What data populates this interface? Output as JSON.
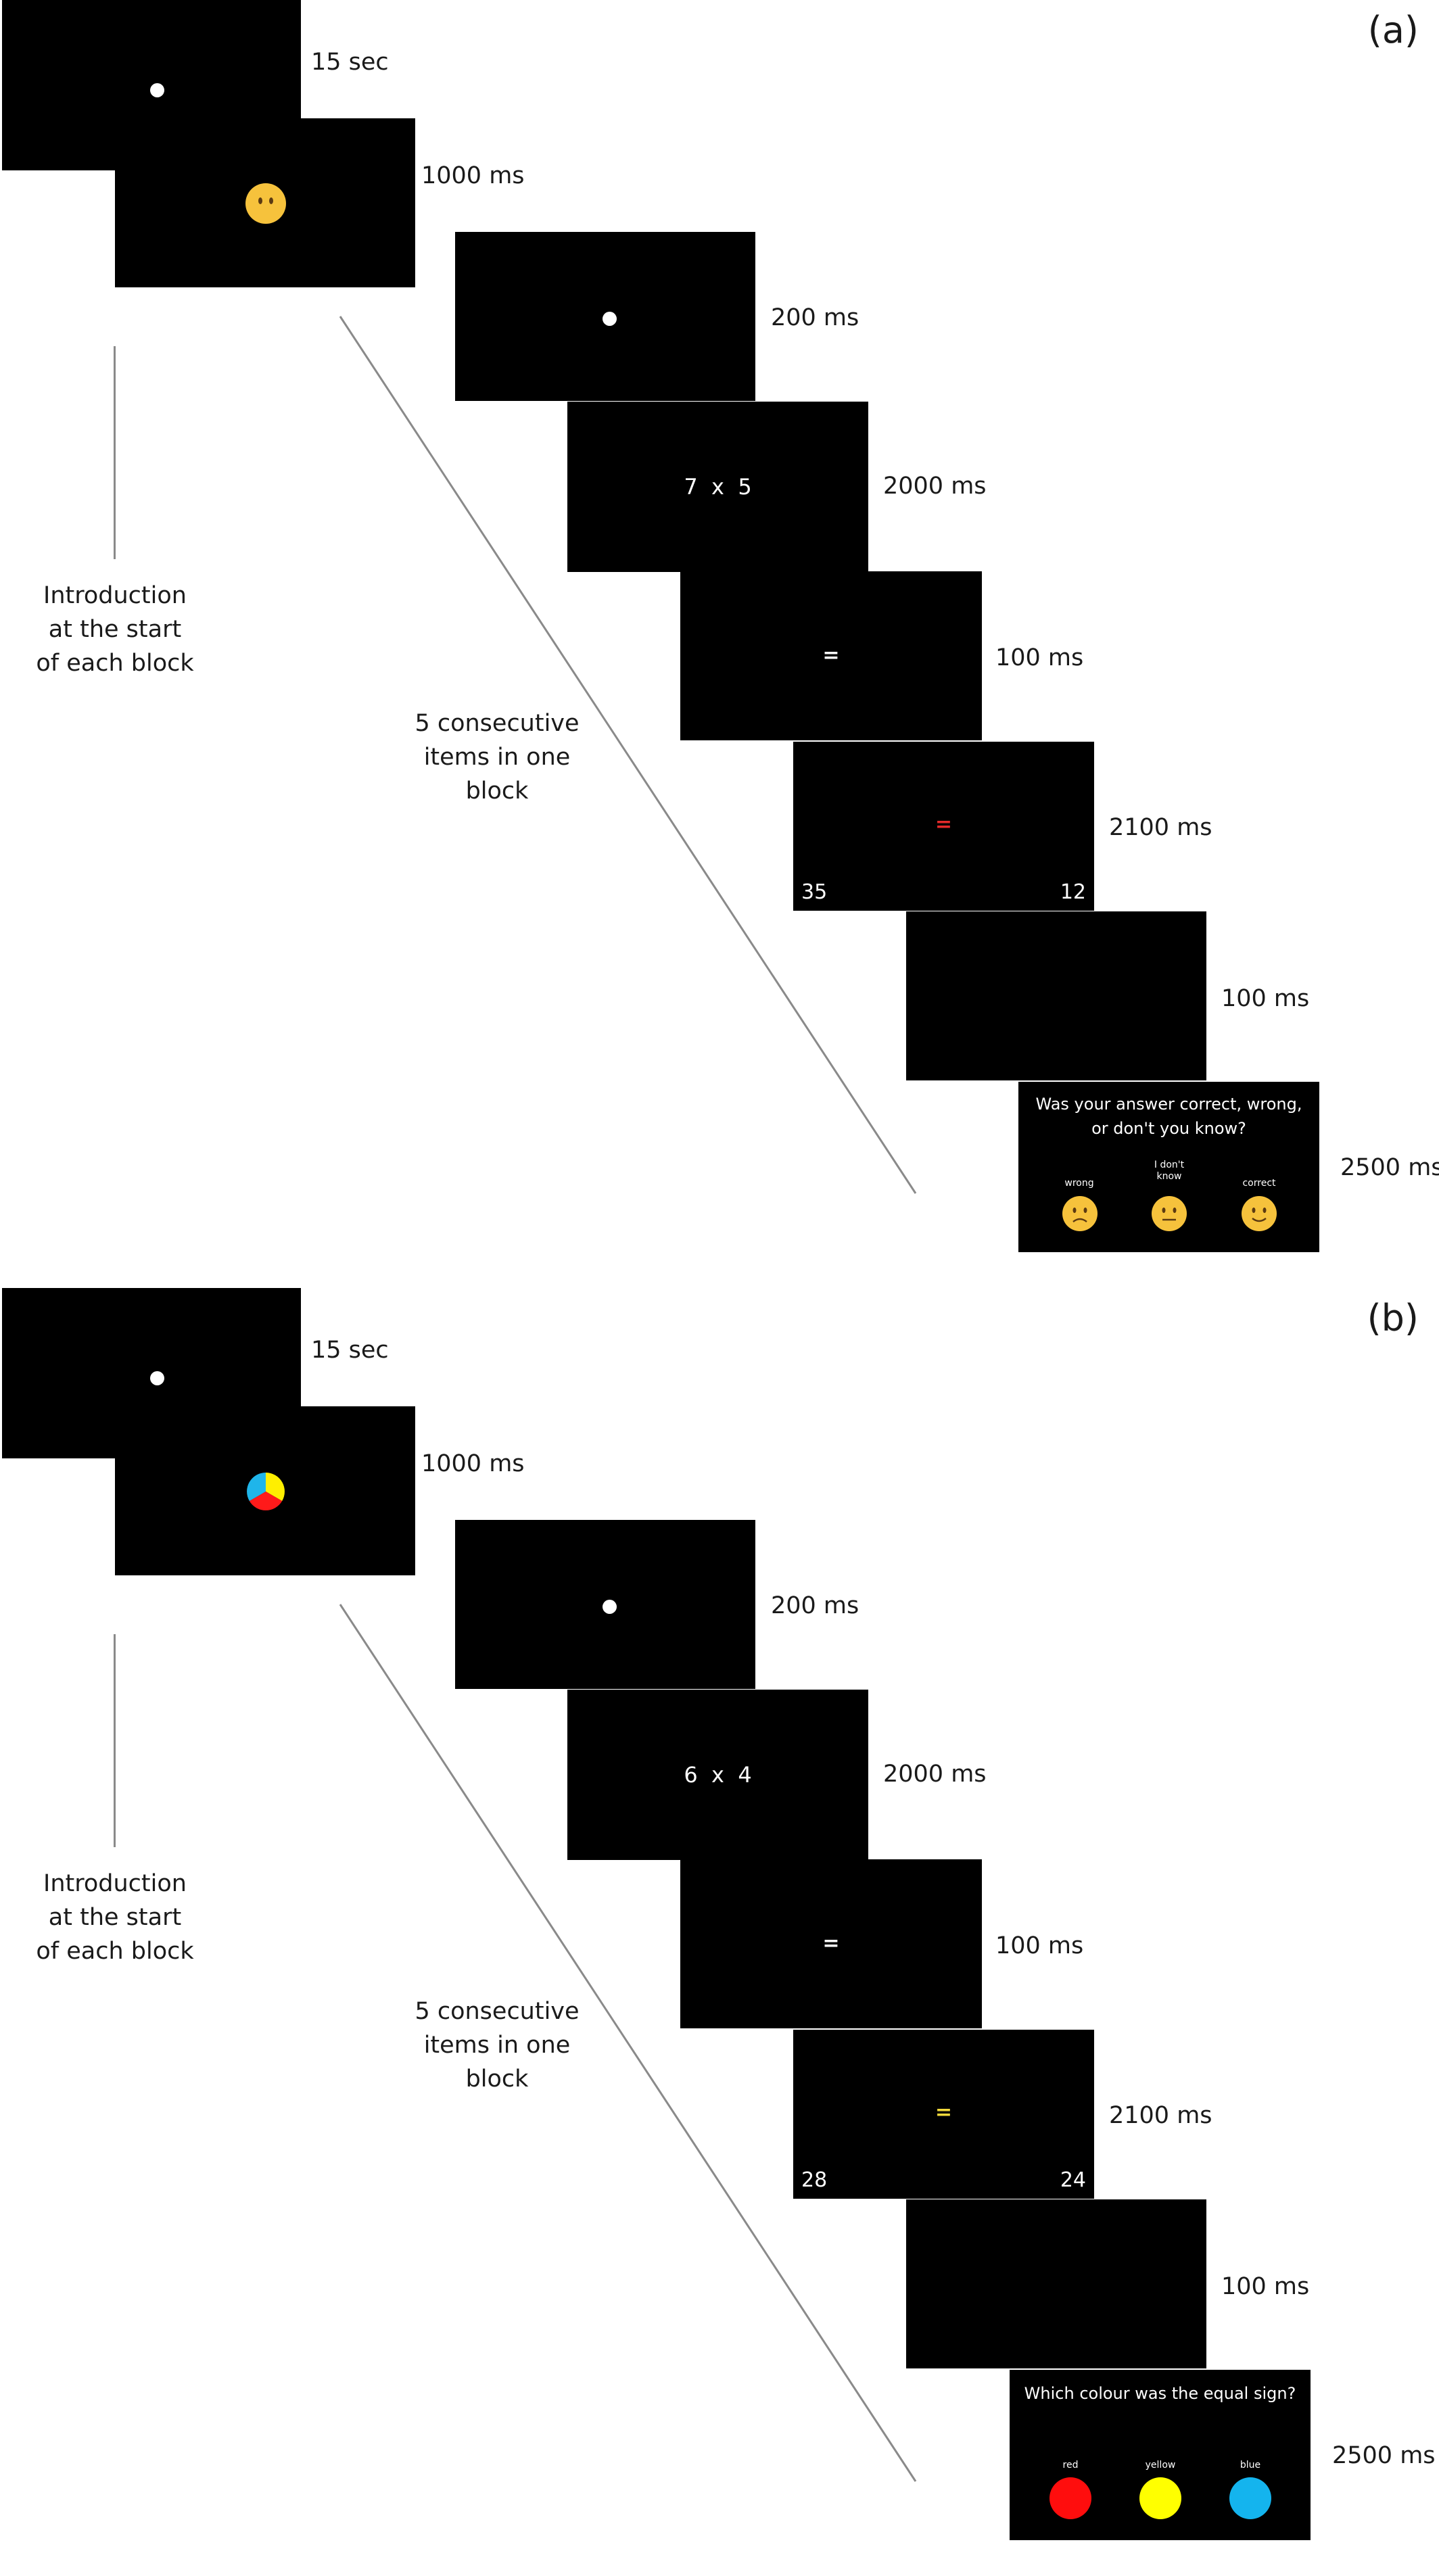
{
  "panel_a": {
    "label": "(a)",
    "intro_label": "Introduction\nat the start\nof each block",
    "items_label": "5 consecutive\nitems in one\nblock",
    "durations": [
      "15 sec",
      "1000 ms",
      "200 ms",
      "2000 ms",
      "100 ms",
      "2100 ms",
      "100 ms",
      "2500 ms"
    ],
    "cue_icon": "neutral-face-emoji",
    "problem": "7  x  5",
    "equal_sign": "=",
    "equal_sign_colored": "=",
    "equal_sign_color": "#e32a2a",
    "answer_left": "35",
    "answer_right": "12",
    "question": "Was your answer correct, wrong,\nor don't you know?",
    "options": [
      {
        "label": "wrong",
        "icon": "frowning-face-emoji"
      },
      {
        "label": "I don't\nknow",
        "icon": "neutral-face-emoji"
      },
      {
        "label": "correct",
        "icon": "smiling-face-emoji"
      }
    ]
  },
  "panel_b": {
    "label": "(b)",
    "intro_label": "Introduction\nat the start\nof each block",
    "items_label": "5 consecutive\nitems in one\nblock",
    "durations": [
      "15 sec",
      "1000 ms",
      "200 ms",
      "2000 ms",
      "100 ms",
      "2100 ms",
      "100 ms",
      "2500 ms"
    ],
    "cue_icon": "color-wheel-icon",
    "cue_colors": [
      "#ffef00",
      "#ff1a1a",
      "#1fb5ea"
    ],
    "problem": "6  x  4",
    "equal_sign": "=",
    "equal_sign_colored": "=",
    "equal_sign_color": "#f2d93b",
    "answer_left": "28",
    "answer_right": "24",
    "question": "Which colour was the equal sign?",
    "options": [
      {
        "label": "red",
        "color": "#ff0d0d"
      },
      {
        "label": "yellow",
        "color": "#ffff00"
      },
      {
        "label": "blue",
        "color": "#14b4ee"
      }
    ]
  },
  "colors": {
    "screen": "#000000",
    "fixation": "#ffffff",
    "emoji_face": "#f6c23c"
  }
}
